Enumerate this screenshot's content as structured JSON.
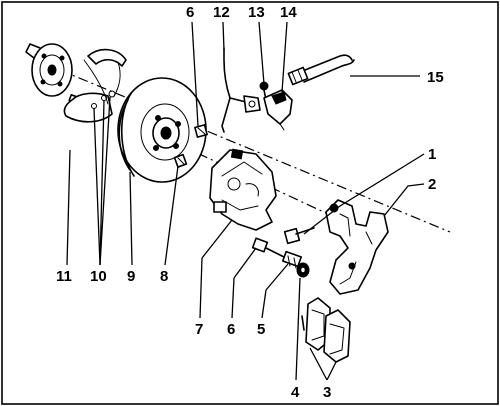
{
  "callouts": {
    "c1": "1",
    "c2": "2",
    "c3": "3",
    "c4": "4",
    "c5": "5",
    "c6_top": "6",
    "c6_bottom": "6",
    "c7": "7",
    "c8": "8",
    "c9": "9",
    "c10": "10",
    "c11": "11",
    "c12": "12",
    "c13": "13",
    "c14": "14",
    "c15": "15"
  }
}
